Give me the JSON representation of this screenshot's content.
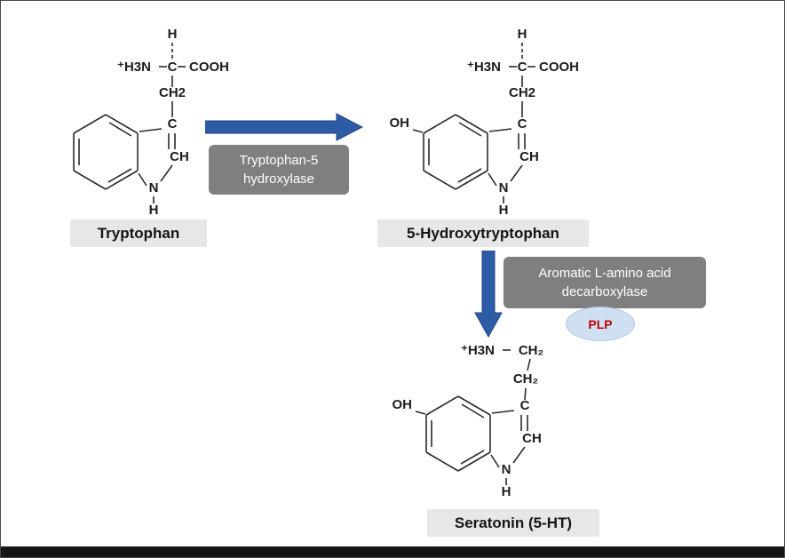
{
  "molecules": {
    "tryptophan": {
      "label": "Tryptophan",
      "atoms": {
        "h_alpha": "H",
        "amine": "⁺H3N",
        "c_alpha": "C",
        "carboxyl": "COOH",
        "ch2": "CH2",
        "c3": "C",
        "c2": "CH",
        "n1": "N",
        "h_n1": "H"
      }
    },
    "hydroxytryptophan": {
      "label": "5-Hydroxytryptophan",
      "atoms": {
        "h_alpha": "H",
        "amine": "⁺H3N",
        "c_alpha": "C",
        "carboxyl": "COOH",
        "ch2": "CH2",
        "c3": "C",
        "c2": "CH",
        "n1": "N",
        "h_n1": "H",
        "oh": "OH"
      }
    },
    "serotonin": {
      "label": "Seratonin (5-HT)",
      "atoms": {
        "amine": "⁺H3N",
        "ch2_a": "CH₂",
        "ch2_b": "CH₂",
        "c3": "C",
        "c2": "CH",
        "n1": "N",
        "h_n1": "H",
        "oh": "OH"
      }
    }
  },
  "enzymes": {
    "step1": {
      "label": "Tryptophan-5 hydroxylase"
    },
    "step2": {
      "label": "Aromatic L-amino acid decarboxylase",
      "cofactor": "PLP"
    }
  },
  "colors": {
    "arrow": "#2d5ba6",
    "enzyme_box": "#7f7f7f",
    "label_box": "#e8e7e7",
    "plp_fill": "#cfe0f2",
    "plp_text": "#c00000"
  }
}
